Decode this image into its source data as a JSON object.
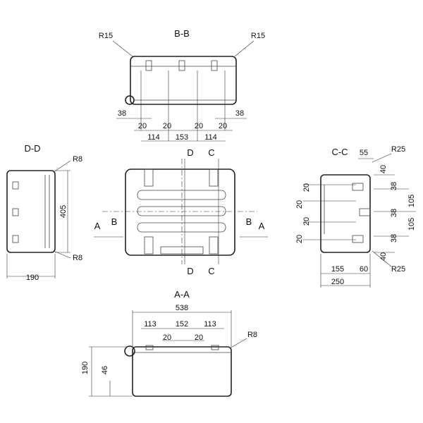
{
  "views": {
    "bb": {
      "title": "B-B",
      "radius_left": "R15",
      "radius_right": "R15",
      "dims": [
        "38",
        "38",
        "20",
        "20",
        "20",
        "20",
        "114",
        "153",
        "114"
      ]
    },
    "dd": {
      "title": "D-D",
      "radius_top": "R8",
      "radius_bottom": "R8",
      "height": "405",
      "width": "190"
    },
    "main": {
      "section_marks": [
        "D",
        "C",
        "D",
        "C",
        "A",
        "B",
        "B",
        "A"
      ]
    },
    "cc": {
      "title": "C-C",
      "top_dim": "55",
      "radius_top": "R25",
      "radius_bottom": "R25",
      "right_dims": [
        "40",
        "38",
        "105",
        "38",
        "105",
        "38",
        "40"
      ],
      "left_dims": [
        "20",
        "20",
        "20",
        "20"
      ],
      "bottom_dims": [
        "155",
        "60",
        "250"
      ]
    },
    "aa": {
      "title": "A-A",
      "overall": "538",
      "dims": [
        "113",
        "152",
        "113",
        "20",
        "20"
      ],
      "radius": "R8",
      "height": "190",
      "wheel": "46"
    }
  }
}
